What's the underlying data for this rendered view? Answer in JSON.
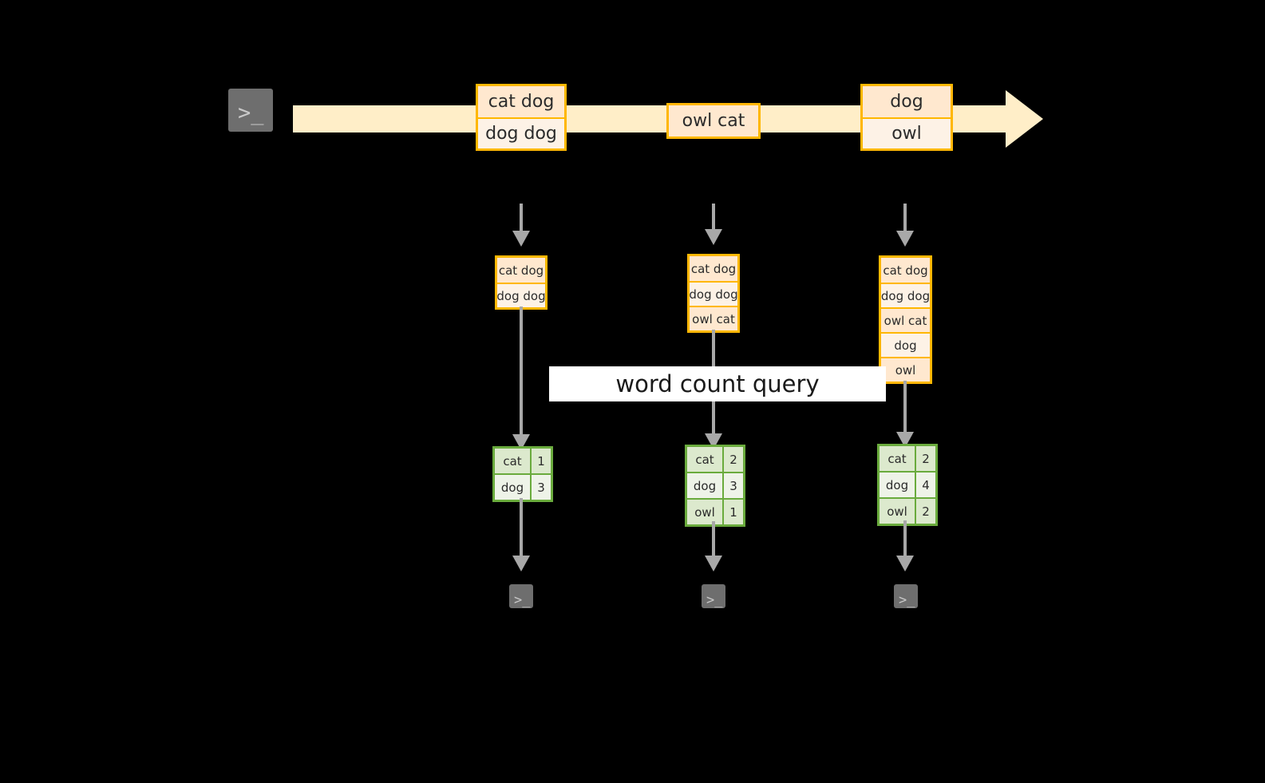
{
  "diagram": {
    "title_label": "word count query",
    "colors": {
      "background": "#000000",
      "stream_fill": "#ffeec8",
      "record_border": "#ffb700",
      "record_fill_dark": "#ffe8cf",
      "record_fill_light": "#fdf2e6",
      "result_border": "#6aab3d",
      "result_fill_dark": "#dce9cd",
      "result_fill_light": "#eef3e8",
      "arrow_gray": "#a8a8a8",
      "terminal_fill": "#6e6e6e",
      "label_background": "#ffffff"
    },
    "source": {
      "icon": "terminal-icon",
      "prompt": ">_"
    },
    "stream": {
      "direction": "right",
      "batches": [
        {
          "id": "batch-1",
          "lines": [
            "cat dog",
            "dog dog"
          ]
        },
        {
          "id": "batch-2",
          "lines": [
            "owl cat"
          ]
        },
        {
          "id": "batch-3",
          "lines": [
            "dog",
            "owl"
          ]
        }
      ]
    },
    "stages": [
      {
        "id": "stage-1",
        "accumulated": [
          "cat dog",
          "dog dog"
        ],
        "result": {
          "rows": [
            {
              "word": "cat",
              "count": "1"
            },
            {
              "word": "dog",
              "count": "3"
            }
          ]
        },
        "sink": {
          "icon": "terminal-icon",
          "prompt": ">_"
        }
      },
      {
        "id": "stage-2",
        "accumulated": [
          "cat dog",
          "dog dog",
          "owl cat"
        ],
        "result": {
          "rows": [
            {
              "word": "cat",
              "count": "2"
            },
            {
              "word": "dog",
              "count": "3"
            },
            {
              "word": "owl",
              "count": "1"
            }
          ]
        },
        "sink": {
          "icon": "terminal-icon",
          "prompt": ">_"
        }
      },
      {
        "id": "stage-3",
        "accumulated": [
          "cat dog",
          "dog dog",
          "owl cat",
          "dog",
          "owl"
        ],
        "result": {
          "rows": [
            {
              "word": "cat",
              "count": "2"
            },
            {
              "word": "dog",
              "count": "4"
            },
            {
              "word": "owl",
              "count": "2"
            }
          ]
        },
        "sink": {
          "icon": "terminal-icon",
          "prompt": ">_"
        }
      }
    ]
  }
}
